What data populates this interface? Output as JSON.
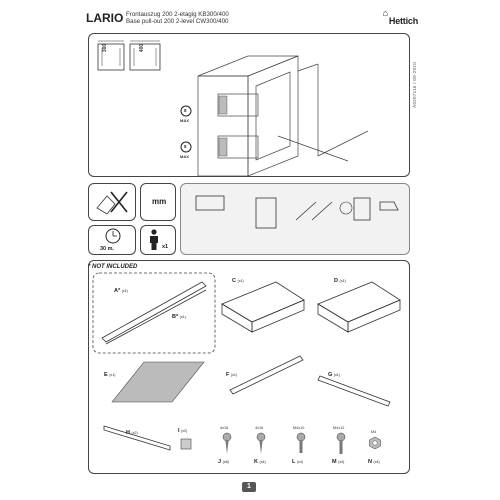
{
  "header": {
    "product": "LARIO",
    "line_de": "Frontauszug 200 2-etagig KB300/400",
    "line_en": "Base pull-out 200 2-level CW300/400",
    "brand": "Hettich"
  },
  "doc_code": "A0207116 / 09-2010",
  "cabinet_widths": {
    "left": "300",
    "right": "400"
  },
  "max_badges": {
    "upper_value": "8",
    "upper_label": "MAX",
    "lower_value": "8",
    "lower_label": "MAX"
  },
  "tools": {
    "mm": "mm",
    "time": "30 m.",
    "persons": "x1"
  },
  "not_included": "* NOT INCLUDED",
  "parts": [
    {
      "id": "A",
      "mark": "*",
      "qty": "(x1)"
    },
    {
      "id": "B",
      "mark": "*",
      "qty": "(x1)"
    },
    {
      "id": "C",
      "mark": "",
      "qty": "(x1)"
    },
    {
      "id": "D",
      "mark": "",
      "qty": "(x1)"
    },
    {
      "id": "E",
      "mark": "",
      "qty": "(x1)"
    },
    {
      "id": "F",
      "mark": "",
      "qty": "(x1)"
    },
    {
      "id": "G",
      "mark": "",
      "qty": "(x1)"
    },
    {
      "id": "H",
      "mark": "",
      "qty": "(x2)"
    },
    {
      "id": "I",
      "mark": "",
      "qty": "(x2)"
    },
    {
      "id": "J",
      "mark": "",
      "qty": "(x8)"
    },
    {
      "id": "K",
      "mark": "",
      "qty": "(x4)"
    },
    {
      "id": "L",
      "mark": "",
      "qty": "(x4)"
    },
    {
      "id": "M",
      "mark": "",
      "qty": "(x4)"
    },
    {
      "id": "N",
      "mark": "",
      "qty": "(x4)"
    }
  ],
  "screw_sizes": {
    "J": "4x16",
    "K": "4x16",
    "L": "M4x10",
    "M": "M4x12",
    "N": "M4"
  },
  "page_number": "1"
}
